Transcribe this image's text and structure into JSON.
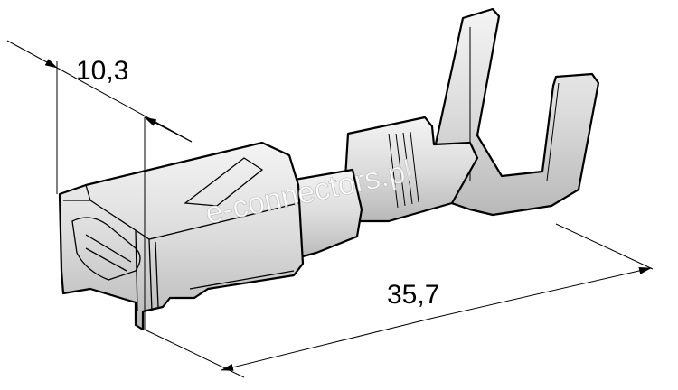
{
  "dimensions": {
    "width_label": "10,3",
    "length_label": "35,7"
  },
  "watermark": "e-connectors.pl",
  "colors": {
    "metal_light": "#f2f2f2",
    "metal_dark": "#b8b8b8",
    "line": "#000000"
  }
}
